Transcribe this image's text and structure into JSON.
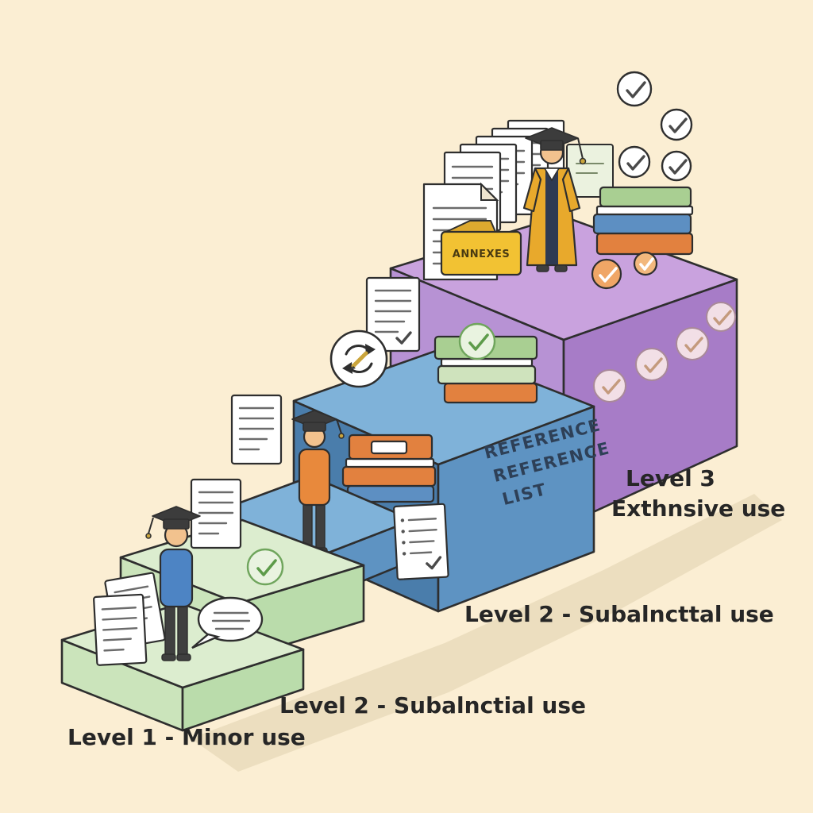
{
  "scene": {
    "background": "#fbeed3",
    "description": "Isometric staircase diagram with three ascending blocks showing increasing levels of source use"
  },
  "labels": {
    "level1": "Level 1 - Minor use",
    "level2a": "Level 2 - Subalnctial use",
    "level2b": "Level 2 - Subalncttal use",
    "level3_line1": "Level 3",
    "level3_line2": "Exthnsive use"
  },
  "annotations": {
    "folder_label": "ANNEXES",
    "block_text_line1": "REFERENCE",
    "block_text_line2": "REFERENCE",
    "block_text_line3": "LIST"
  },
  "icons": {
    "check-icon": "✓",
    "document-icon": "page with text lines",
    "paper-stack-icon": "fanned stack of pages",
    "folder-icon": "yellow folder",
    "book-icon": "stacked books",
    "speech-bubble-icon": "speech bubble with lines",
    "graduation-cap-icon": "mortarboard with tassel",
    "student-figure": "person with graduation cap",
    "graduate-figure": "graduate in gold gown",
    "revision-icon": "circle with arrows and pencil"
  },
  "palette": {
    "bg": "#fbeed3",
    "outline": "#2e2e2e",
    "shadow": "#ecdebf",
    "green-top": "#dcedcf",
    "green-left": "#cbe4bb",
    "green-right": "#badcab",
    "blue-top": "#7fb2d9",
    "blue-left": "#4a7dab",
    "blue-right": "#5e93c2",
    "purple-top": "#c9a2de",
    "purple-left": "#b792d4",
    "purple-right": "#a77cc7",
    "skin": "#f2c28e",
    "shirt-blue": "#4d84c4",
    "sweater-orange": "#e8893c",
    "pants": "#3f3f3f",
    "gown-gold": "#e8a92c",
    "gown-dark": "#2f3a52",
    "book-orange": "#e2813f",
    "book-green": "#a9cf92",
    "book-blue": "#5d8fc2",
    "folder-yellow": "#f2c233",
    "check-orange": "#f0a666",
    "label-ink": "#262626",
    "ref-ink": "#2e4057"
  }
}
